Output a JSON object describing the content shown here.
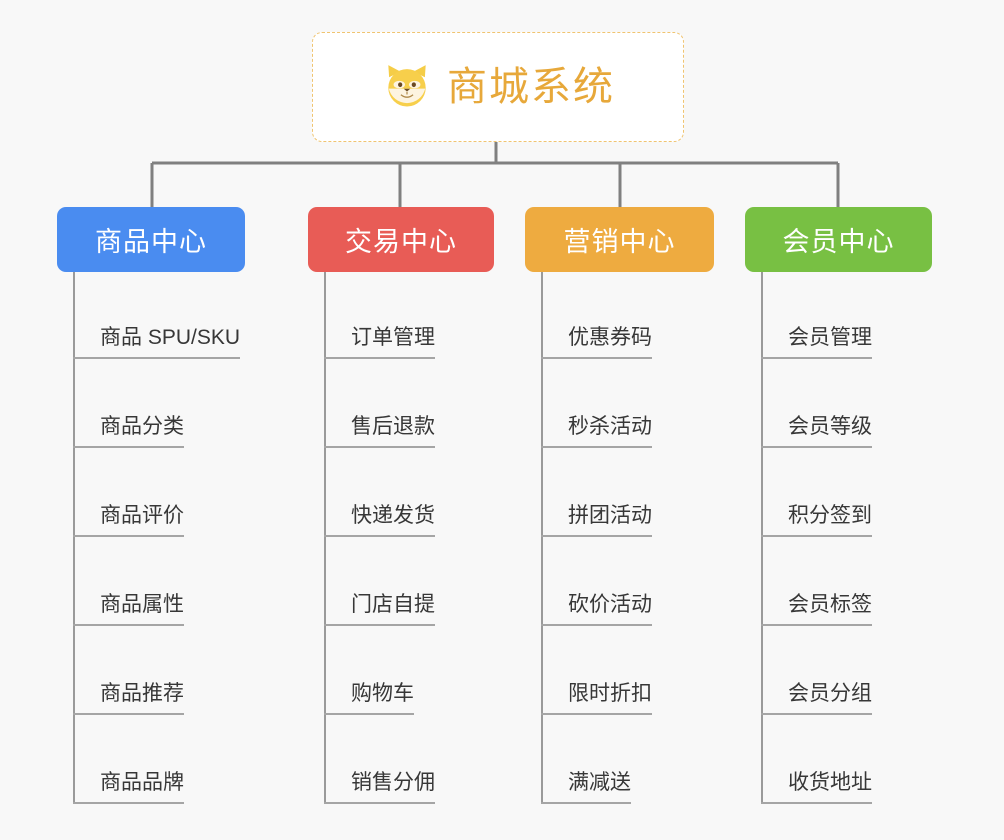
{
  "page": {
    "background_color": "#f8f8f8",
    "layout": "org-chart"
  },
  "root": {
    "title": "商城系统",
    "icon": "shiba-inu-dog-face-icon",
    "text_color": "#e7a83a",
    "border_color": "#f0c470",
    "background_color": "#ffffff"
  },
  "columns": [
    {
      "id": "product-center",
      "label": "商品中心",
      "color": "#4a8cf0",
      "items": [
        {
          "label": "商品 SPU/SKU"
        },
        {
          "label": "商品分类"
        },
        {
          "label": "商品评价"
        },
        {
          "label": "商品属性"
        },
        {
          "label": "商品推荐"
        },
        {
          "label": "商品品牌"
        }
      ]
    },
    {
      "id": "trade-center",
      "label": "交易中心",
      "color": "#e85c56",
      "items": [
        {
          "label": "订单管理"
        },
        {
          "label": "售后退款"
        },
        {
          "label": "快递发货"
        },
        {
          "label": "门店自提"
        },
        {
          "label": "购物车"
        },
        {
          "label": "销售分佣"
        }
      ]
    },
    {
      "id": "marketing-center",
      "label": "营销中心",
      "color": "#eeab40",
      "items": [
        {
          "label": "优惠券码"
        },
        {
          "label": "秒杀活动"
        },
        {
          "label": "拼团活动"
        },
        {
          "label": "砍价活动"
        },
        {
          "label": "限时折扣"
        },
        {
          "label": "满减送"
        }
      ]
    },
    {
      "id": "member-center",
      "label": "会员中心",
      "color": "#78c043",
      "items": [
        {
          "label": "会员管理"
        },
        {
          "label": "会员等级"
        },
        {
          "label": "积分签到"
        },
        {
          "label": "会员标签"
        },
        {
          "label": "会员分组"
        },
        {
          "label": "收货地址"
        }
      ]
    }
  ],
  "connectors": {
    "line_color": "#808080",
    "spine_color": "#9a9a9a",
    "underline_color": "#a5a5a5"
  }
}
